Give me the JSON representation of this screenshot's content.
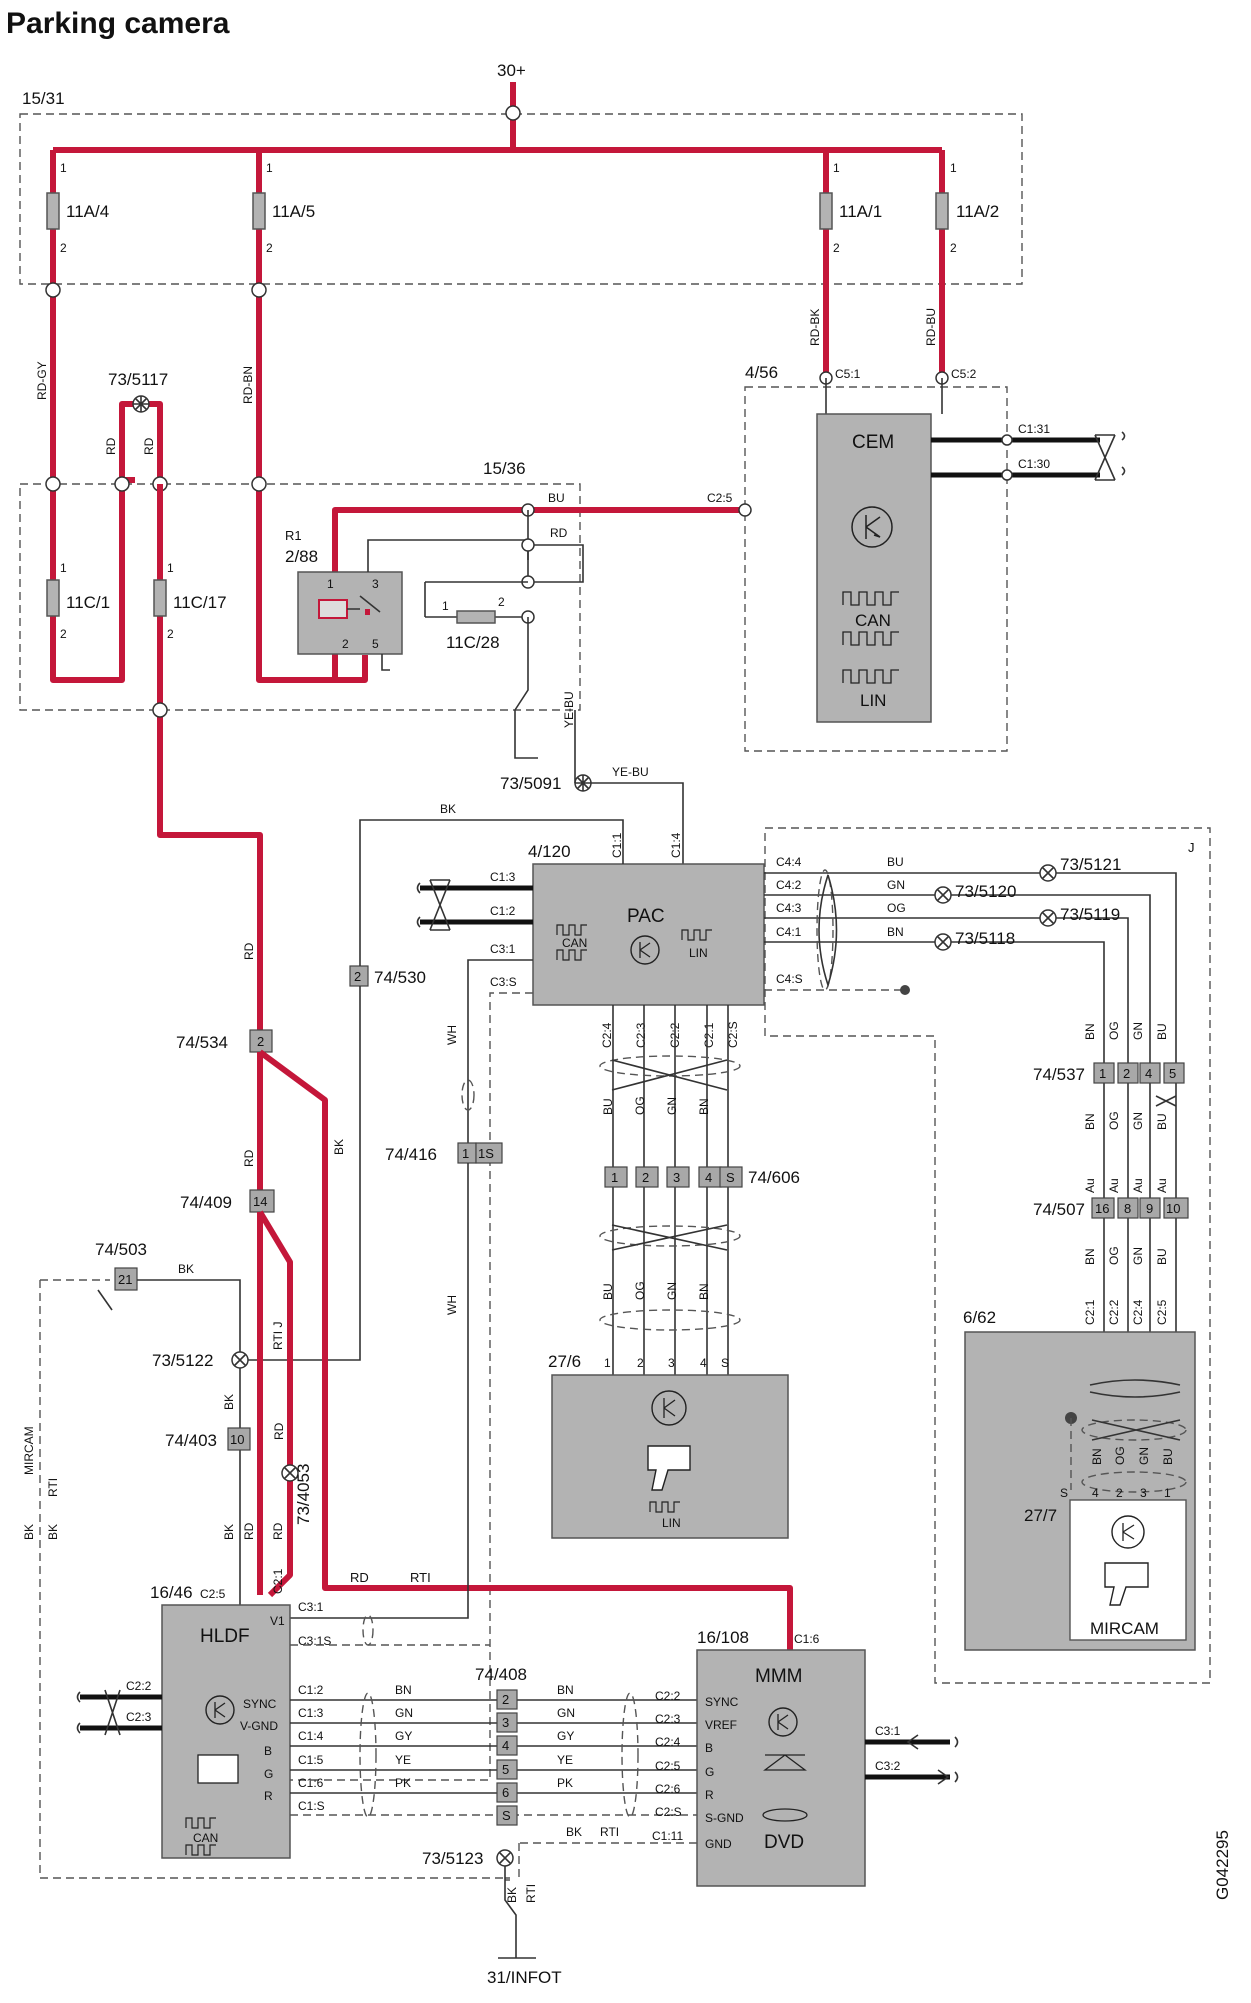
{
  "title": "Parking camera",
  "doc_id": "G042295",
  "supply": "30+",
  "ground": "31/INFOT",
  "colors": {
    "power_wire": "#c4173a",
    "signal_wire": "#333333",
    "module_fill": "#b3b3b3"
  },
  "zones": {
    "fuse_box": "15/31",
    "relay_box": "15/36",
    "cem_zone": "4/56",
    "cam_zone": "J"
  },
  "fuses": [
    {
      "id": "11A/4",
      "pin_top": "1",
      "pin_bottom": "2"
    },
    {
      "id": "11A/5",
      "pin_top": "1",
      "pin_bottom": "2"
    },
    {
      "id": "11A/1",
      "pin_top": "1",
      "pin_bottom": "2"
    },
    {
      "id": "11A/2",
      "pin_top": "1",
      "pin_bottom": "2"
    },
    {
      "id": "11C/1",
      "pin_top": "1",
      "pin_bottom": "2"
    },
    {
      "id": "11C/17",
      "pin_top": "1",
      "pin_bottom": "2"
    },
    {
      "id": "11C/28",
      "pin_top": "1",
      "pin_bottom": "2"
    }
  ],
  "relay": {
    "ref": "R1",
    "id": "2/88",
    "pins": [
      "3",
      "1",
      "2",
      "5"
    ]
  },
  "wire_labels": {
    "rd_gy": "RD-GY",
    "rd_bn": "RD-BN",
    "rd_bk": "RD-BK",
    "rd_bu": "RD-BU",
    "rd": "RD",
    "bu": "BU",
    "ye_bu": "YE-BU",
    "bk": "BK",
    "wh": "WH",
    "rti": "RTI",
    "rti_j": "RTI J",
    "bn": "BN",
    "og": "OG",
    "gn": "GN",
    "gy": "GY",
    "ye": "YE",
    "pk": "PK",
    "au": "Au",
    "mircam": "MIRCAM"
  },
  "splices": [
    "73/5117",
    "73/5091",
    "73/5121",
    "73/5120",
    "73/5119",
    "73/5118",
    "73/5122",
    "73/4053",
    "73/5123"
  ],
  "connectors": {
    "c530": {
      "id": "74/530",
      "pin": "2"
    },
    "c534": {
      "id": "74/534",
      "pin": "2"
    },
    "c416": {
      "id": "74/416",
      "pins": [
        "1",
        "1S"
      ]
    },
    "c409": {
      "id": "74/409",
      "pin": "14"
    },
    "c503": {
      "id": "74/503",
      "pin": "21"
    },
    "c403": {
      "id": "74/403",
      "pin": "10"
    },
    "c606": {
      "id": "74/606",
      "pins": [
        "1",
        "2",
        "3",
        "4",
        "S"
      ]
    },
    "c537": {
      "id": "74/537",
      "pins": [
        "1",
        "2",
        "4",
        "5"
      ]
    },
    "c507": {
      "id": "74/507",
      "pins": [
        "16",
        "8",
        "9",
        "10"
      ]
    },
    "c408": {
      "id": "74/408",
      "pins": [
        "2",
        "3",
        "4",
        "5",
        "6",
        "S"
      ]
    }
  },
  "cem": {
    "id": "4/56",
    "name": "CEM",
    "can": "CAN",
    "lin": "LIN",
    "pins": [
      "C5:1",
      "C5:2",
      "C1:31",
      "C1:30",
      "C2:5"
    ]
  },
  "pac": {
    "id": "4/120",
    "name": "PAC",
    "can": "CAN",
    "lin": "LIN",
    "pins_top": [
      "C1:1",
      "C1:4"
    ],
    "pins_left": [
      "C1:3",
      "C1:2",
      "C3:1",
      "C3:S"
    ],
    "pins_right": [
      "C4:4",
      "C4:2",
      "C4:3",
      "C4:1",
      "C4:S"
    ],
    "pins_bottom": [
      "C2:4",
      "C2:3",
      "C2:2",
      "C2:1",
      "C2:S"
    ]
  },
  "camera": {
    "id": "27/6",
    "lin": "LIN",
    "pins": [
      "1",
      "2",
      "3",
      "4",
      "S"
    ]
  },
  "mircam_unit": {
    "zone_id": "6/62",
    "id": "27/7",
    "name": "MIRCAM",
    "pins": [
      "C2:1",
      "C2:2",
      "C2:4",
      "C2:5"
    ],
    "bottom_pins": [
      "S",
      "4",
      "2",
      "3",
      "1"
    ]
  },
  "hldf": {
    "id": "16/46",
    "name": "HLDF",
    "can": "CAN",
    "pins_top": [
      "C2:5",
      "C2:1",
      "V1"
    ],
    "pins_left": [
      "C2:2",
      "C2:3"
    ],
    "signals": [
      "SYNC",
      "V-GND",
      "B",
      "G",
      "R"
    ],
    "pins_right": [
      "C3:1",
      "C3:1S",
      "C1:2",
      "C1:3",
      "C1:4",
      "C1:5",
      "C1:6",
      "C1:S"
    ]
  },
  "mmm": {
    "id": "16/108",
    "name": "MMM",
    "dvd": "DVD",
    "top_pin": "C1:6",
    "signals": [
      "SYNC",
      "VREF",
      "B",
      "G",
      "R",
      "S-GND",
      "GND"
    ],
    "pins_left": [
      "C2:2",
      "C2:3",
      "C2:4",
      "C2:5",
      "C2:6",
      "C2:S",
      "C1:11"
    ],
    "pins_right": [
      "C3:1",
      "C3:2"
    ]
  }
}
